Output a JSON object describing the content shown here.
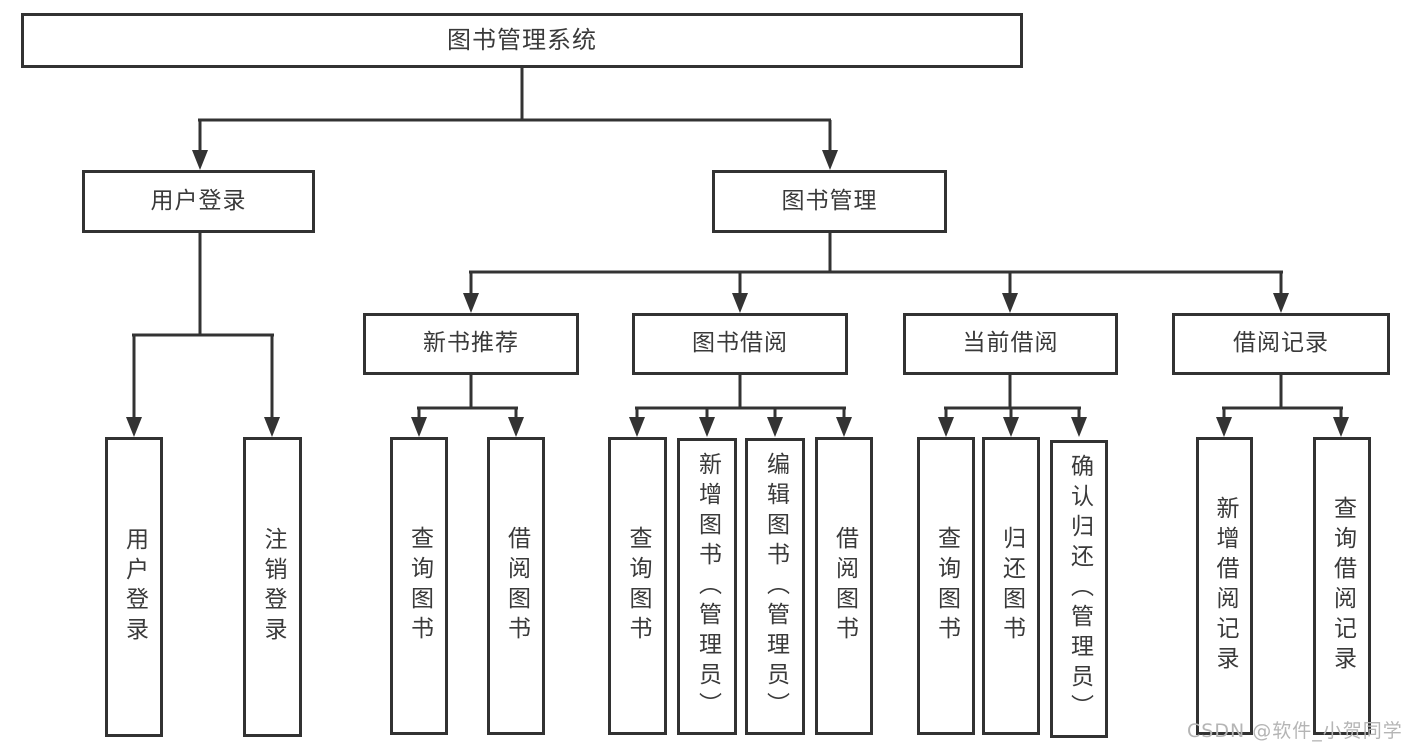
{
  "title": "图书管理系统",
  "colors": {
    "line": "#333333",
    "node_border": "#323232",
    "node_text": "#3a3a3a",
    "background": "#ffffff",
    "watermark_text": "#b5b5b5"
  },
  "nodes": {
    "root": "图书管理系统",
    "level2": [
      "用户登录",
      "图书管理"
    ],
    "level3": [
      "新书推荐",
      "图书借阅",
      "当前借阅",
      "借阅记录"
    ],
    "leaves": {
      "user_login": [
        "用户登录",
        "注销登录"
      ],
      "new_books": [
        "查询图书",
        "借阅图书"
      ],
      "book_borrow": [
        "查询图书",
        "新增图书（管理员）",
        "编辑图书（管理员）",
        "借阅图书"
      ],
      "current_borrow": [
        "查询图书",
        "归还图书",
        "确认归还（管理员）"
      ],
      "borrow_records": [
        "新增借阅记录",
        "查询借阅记录"
      ]
    }
  },
  "watermark": "CSDN @软件_小贺同学"
}
